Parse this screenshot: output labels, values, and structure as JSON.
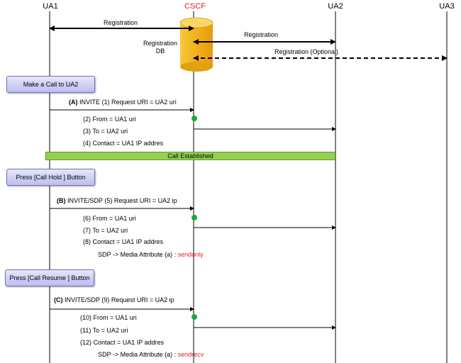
{
  "headers": {
    "ua1": "UA1",
    "cscf": "CSCF",
    "ua2": "UA2",
    "ua3": "UA3"
  },
  "colors": {
    "accent_red": "#e02020",
    "db": "#f5b820",
    "bar": "#93d150",
    "dot": "#1aaa40",
    "button": "#bcbdf0"
  },
  "registration": {
    "ua1_cscf": "Registration",
    "cscf_ua2": "Registration",
    "cscf_ua3": "Registration (Optional)",
    "db_label_line1": "Registration",
    "db_label_line2": "DB"
  },
  "buttons": {
    "make_call": "Make a Call to UA2",
    "call_hold": "Press [Call Hold ] Button",
    "call_resume": "Press [Call Resume ] Button"
  },
  "call_established": "Call Established",
  "flow_a": {
    "marker": "(A)",
    "title": "INVITE (1) Request URI = UA2 uri",
    "from": "(2) From = UA1 uri",
    "to": "(3) To = UA2 uri",
    "contact": "(4) Contact = UA1 IP addres"
  },
  "flow_b": {
    "marker": "(B)",
    "title": "INVITE/SDP  (5) Request URI = UA2 ip",
    "from": "(6) From = UA1 uri",
    "to": "(7) To = UA2 uri",
    "contact": "(8) Contact = UA1 IP addres",
    "sdp_prefix": "SDP -> Media Attribute (a) : ",
    "sdp_value": "sendonly"
  },
  "flow_c": {
    "marker": "(C)",
    "title": "INVITE/SDP   (9) Request URI = UA2 ip",
    "from": "(10) From = UA1 uri",
    "to": "(11) To = UA2 uri",
    "contact": "(12) Contact = UA1 IP addres",
    "sdp_prefix": "SDP -> Media Attribute (a) : ",
    "sdp_value": "sendrecv"
  }
}
